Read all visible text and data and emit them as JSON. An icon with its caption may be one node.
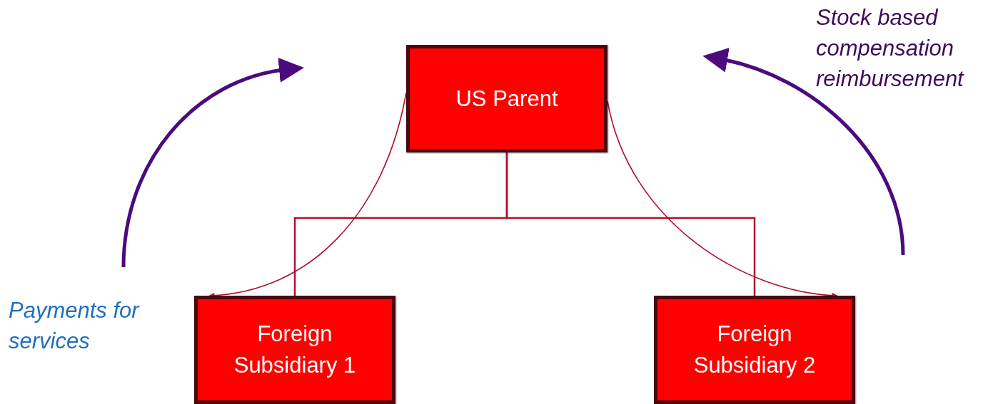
{
  "diagram": {
    "nodes": [
      {
        "text": [
          "US Parent"
        ]
      },
      {
        "text": [
          "Foreign Subsidiary 1"
        ]
      },
      {
        "text": [
          "Foreign Subsidiary 2"
        ]
      }
    ],
    "edges": [
      {
        "from": 0,
        "to": 1,
        "arrow": "none"
      },
      {
        "from": 0,
        "to": 2,
        "arrow": "none"
      },
      {
        "from": 0,
        "to": 1,
        "arrow": "to"
      },
      {
        "from": 0,
        "to": 2,
        "arrow": "to"
      }
    ],
    "labels": [
      "Stock based compensation reimbursement",
      "Payments for services"
    ]
  }
}
